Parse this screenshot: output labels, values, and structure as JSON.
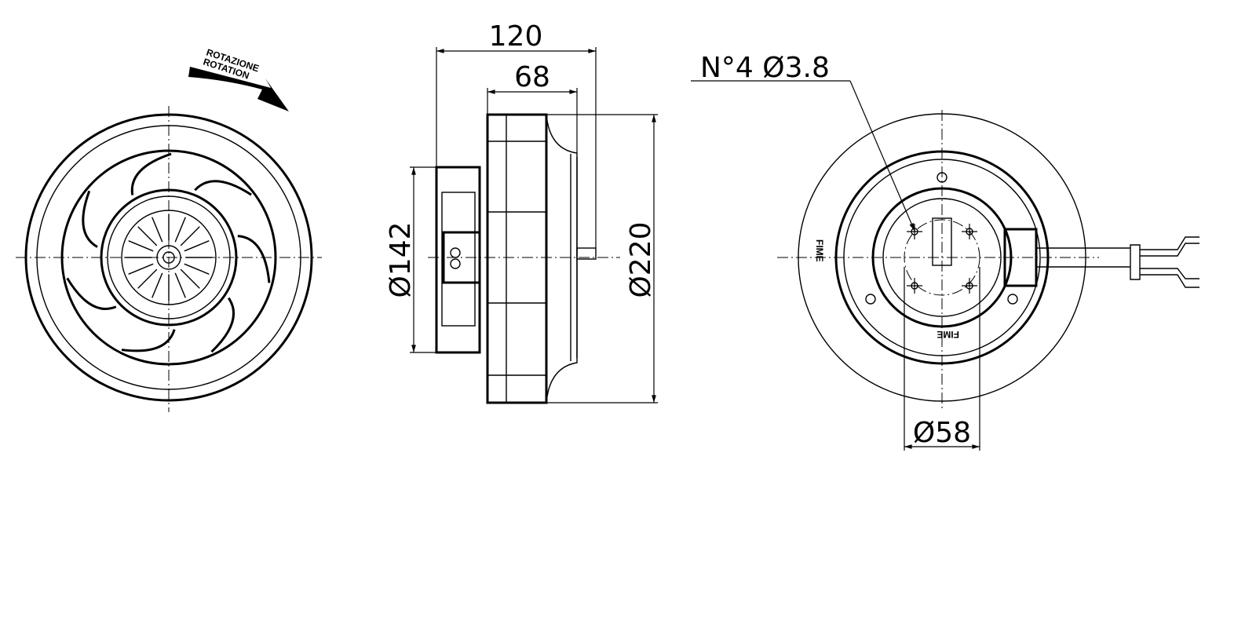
{
  "rotation_label": {
    "it": "ROTAZIONE",
    "en": "ROTATION"
  },
  "dimensions": {
    "overall_length": "120",
    "impeller_length": "68",
    "motor_diameter": "Ø142",
    "impeller_diameter": "Ø220",
    "holes_note": "N°4  Ø3.8",
    "hole_circle_diameter": "Ø58"
  },
  "brand_marks": [
    "FIME",
    "FIME"
  ]
}
